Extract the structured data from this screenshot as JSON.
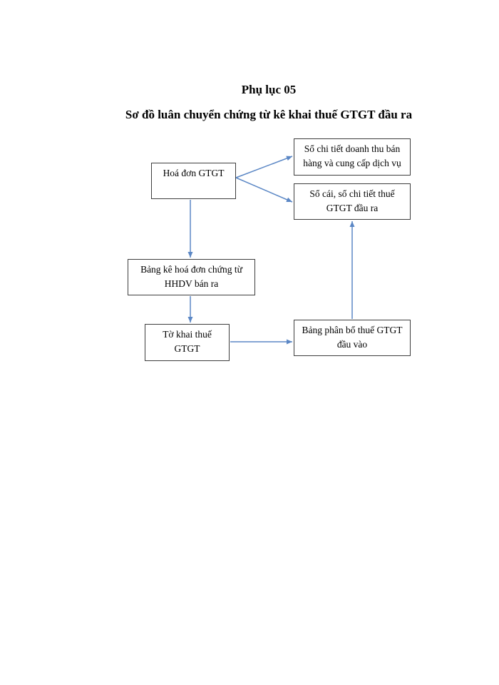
{
  "page": {
    "title": "Phụ lục 05",
    "subtitle": "Sơ đồ luân chuyển chứng từ kê khai thuế GTGT đầu ra"
  },
  "diagram": {
    "nodes": {
      "hoa_don_gtgt": {
        "label": "Hoá đơn GTGT"
      },
      "so_chi_tiet_doanh_thu": {
        "label": "Sổ chi tiết doanh thu bán hàng và cung cấp dịch vụ"
      },
      "so_cai_so_chi_tiet_thue": {
        "label": "Sổ cái, sổ chi tiết thuế GTGT đầu ra"
      },
      "bang_ke_hoa_don": {
        "label": "Bảng kê hoá đơn chứng từ HHDV bán ra"
      },
      "to_khai_thue": {
        "label": "Tờ khai thuế GTGT"
      },
      "bang_phan_bo": {
        "label": "Bảng phân bổ thuế GTGT đầu vào"
      }
    },
    "edges": [
      {
        "from": "hoa_don_gtgt",
        "to": "so_chi_tiet_doanh_thu"
      },
      {
        "from": "hoa_don_gtgt",
        "to": "so_cai_so_chi_tiet_thue"
      },
      {
        "from": "hoa_don_gtgt",
        "to": "bang_ke_hoa_don"
      },
      {
        "from": "bang_ke_hoa_don",
        "to": "to_khai_thue"
      },
      {
        "from": "to_khai_thue",
        "to": "bang_phan_bo"
      },
      {
        "from": "bang_phan_bo",
        "to": "so_cai_so_chi_tiet_thue"
      }
    ],
    "colors": {
      "arrow": "#5b87c5",
      "box_border": "#3d3d3d",
      "text": "#000000",
      "background": "#ffffff"
    }
  }
}
